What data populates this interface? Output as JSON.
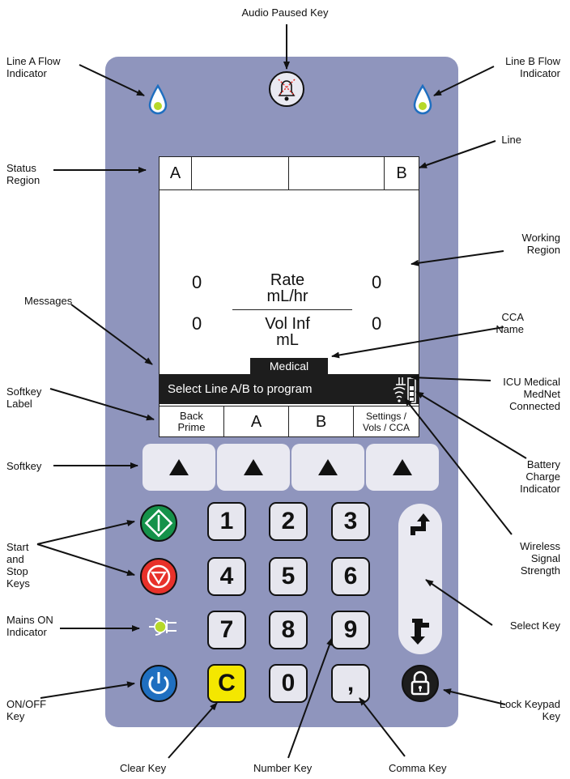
{
  "callouts": {
    "audio_paused_key": "Audio Paused Key",
    "line_a_flow": "Line A Flow\nIndicator",
    "line_b_flow": "Line B Flow\nIndicator",
    "status_region": "Status\nRegion",
    "line": "Line",
    "working_region": "Working\nRegion",
    "messages": "Messages",
    "cca_name": "CCA\nName",
    "softkey_label": "Softkey\nLabel",
    "icu_medical": "ICU Medical\nMedNet\nConnected",
    "softkey": "Softkey",
    "battery": "Battery\nCharge\nIndicator",
    "start_stop": "Start\nand\nStop\nKeys",
    "wireless": "Wireless\nSignal\nStrength",
    "select_key": "Select Key",
    "mains_on": "Mains ON\nIndicator",
    "on_off": "ON/OFF\nKey",
    "lock_keypad": "Lock Keypad\nKey",
    "clear_key": "Clear Key",
    "number_key": "Number Key",
    "comma_key": "Comma Key"
  },
  "screen": {
    "status": {
      "left": "A",
      "right": "B"
    },
    "rate_a": "0",
    "rate_b": "0",
    "rate_label": "Rate",
    "rate_unit": "mL/hr",
    "vol_a": "0",
    "vol_b": "0",
    "vol_label": "Vol Inf",
    "vol_unit": "mL",
    "cca": "Medical",
    "message": "Select Line A/B to program",
    "softkeys": [
      "Back\nPrime",
      "A",
      "B",
      "Settings /\nVols / CCA"
    ]
  },
  "keypad": {
    "numbers": [
      "1",
      "2",
      "3",
      "4",
      "5",
      "6",
      "7",
      "8",
      "9",
      "0"
    ],
    "clear": "C",
    "comma": ","
  },
  "colors": {
    "panel": "#8f95bd",
    "start_key": "#15924a",
    "stop_key": "#e8312a",
    "power_key": "#1f6fc0",
    "clear_key": "#f4e700",
    "lock_key": "#1d1d1d",
    "flow_drop": "#1f6fc0",
    "indicator_led": "#b6d82a"
  },
  "icons": [
    "droplet-icon",
    "audio-paused-bell-icon",
    "start-icon",
    "stop-icon",
    "mains-plug-icon",
    "power-icon",
    "lock-icon",
    "select-up-arrow-icon",
    "select-down-arrow-icon",
    "wireless-signal-icon",
    "battery-icon",
    "network-connection-icon"
  ]
}
